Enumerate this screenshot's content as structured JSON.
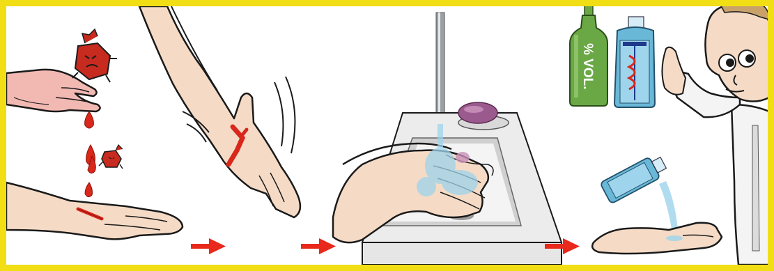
{
  "illustration": {
    "bottle_label": "% VOL.",
    "colors": {
      "frame": "#f1de14",
      "arrow": "#e8291c",
      "blood": "#d9271c",
      "germ": "#c72a1e",
      "skin": "#f5dbc6",
      "skin_shadow": "#e8b8a8",
      "soap": "#9b5a8e",
      "bottle_green": "#6aa845",
      "bottle_blue": "#6ab8d8",
      "water": "#9ed4ec",
      "basin": "#ececec"
    },
    "panels": [
      {
        "step": 1,
        "scene": "wound-contamination"
      },
      {
        "step": 2,
        "scene": "shaking-hand"
      },
      {
        "step": 3,
        "scene": "hand-washing"
      },
      {
        "step": 4,
        "scene": "disinfection"
      }
    ],
    "icons": [
      "arrow-right-icon",
      "germ-icon",
      "blood-drop-icon",
      "soap-icon",
      "faucet-icon",
      "bottle-icon"
    ]
  }
}
